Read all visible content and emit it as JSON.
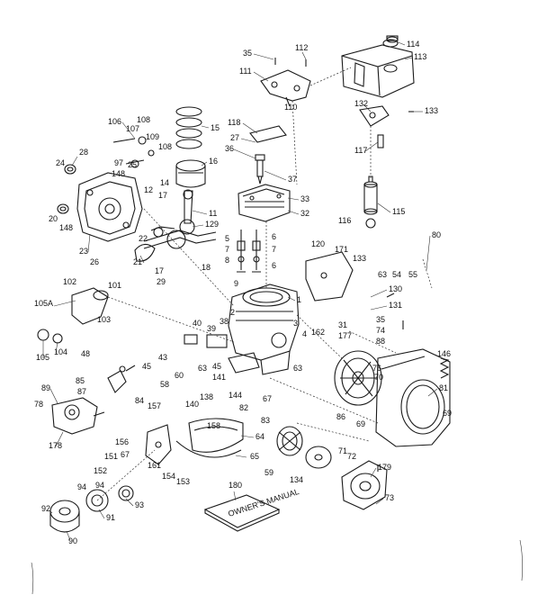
{
  "labels": {
    "l35a": "35",
    "l112": "112",
    "l114": "114",
    "l113": "113",
    "l111": "111",
    "l110": "110",
    "l132": "132",
    "l133a": "133",
    "l118": "118",
    "l27": "27",
    "l36": "36",
    "l37": "37",
    "l117": "117",
    "l106": "106",
    "l108a": "108",
    "l107": "107",
    "l109": "109",
    "l108b": "108",
    "l15": "15",
    "l16": "16",
    "l28": "28",
    "l24": "24",
    "l97": "97",
    "l25": "25",
    "l148a": "148",
    "l14": "14",
    "l12": "12",
    "l17a": "17",
    "l33": "33",
    "l32": "32",
    "l115": "115",
    "l116": "116",
    "l20": "20",
    "l148b": "148",
    "l11": "11",
    "l129": "129",
    "l22": "22",
    "l23": "23",
    "l26": "26",
    "l21": "21",
    "l5": "5",
    "l7a": "7",
    "l6a": "6",
    "l7b": "7",
    "l8a": "8",
    "l6b": "6",
    "l17b": "17",
    "l18": "18",
    "l29": "29",
    "l9": "9",
    "l120": "120",
    "l171": "171",
    "l133b": "133",
    "l80": "80",
    "l63a": "63",
    "l54": "54",
    "l55": "55",
    "l102": "102",
    "l101": "101",
    "l105a": "105A",
    "l103": "103",
    "l1": "1",
    "l130": "130",
    "l131": "131",
    "l2": "2",
    "l40": "40",
    "l39": "39",
    "l38": "38",
    "l3": "3",
    "l4": "4",
    "l31": "31",
    "l162": "162",
    "l177": "177",
    "l35b": "35",
    "l74a": "74",
    "l88": "88",
    "l105": "105",
    "l104": "104",
    "l48": "48",
    "l43": "43",
    "l45a": "45",
    "l146": "146",
    "l85": "85",
    "l87": "87",
    "l60": "60",
    "l63b": "63",
    "l45b": "45",
    "l58": "58",
    "l141": "141",
    "l76": "76",
    "l70": "70",
    "l81": "81",
    "l89": "89",
    "l84": "84",
    "l140": "140",
    "l138": "138",
    "l144": "144",
    "l67a": "67",
    "l63c": "63",
    "l69a": "69",
    "l86": "86",
    "l69b": "69",
    "l78": "78",
    "l157": "157",
    "l82": "82",
    "l83": "83",
    "l158": "158",
    "l178": "178",
    "l156": "156",
    "l67b": "67",
    "l64": "64",
    "l71": "71",
    "l72": "72",
    "l179": "179",
    "l65": "65",
    "l151": "151",
    "l152": "152",
    "l161": "161",
    "l154": "154",
    "l153": "153",
    "l59": "59",
    "l134": "134",
    "l180": "180",
    "l94a": "94",
    "l93": "93",
    "l94b": "94",
    "l91": "91",
    "l92": "92",
    "l90": "90",
    "l73": "73"
  },
  "manual_cover_text": "OWNER'S MANUAL"
}
